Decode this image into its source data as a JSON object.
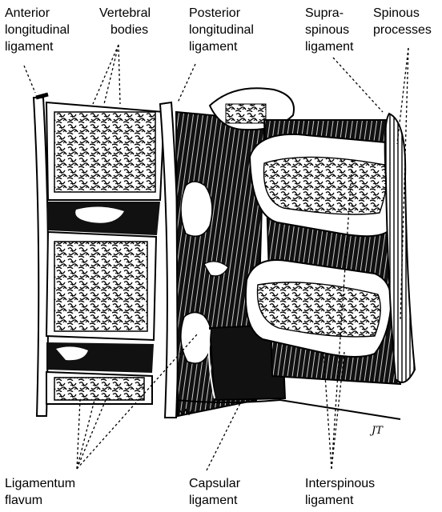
{
  "labels": {
    "anterior_longitudinal_ligament": [
      "Anterior",
      "longitudinal",
      "ligament"
    ],
    "vertebral_bodies": [
      "Vertebral",
      "bodies"
    ],
    "posterior_longitudinal_ligament": [
      "Posterior",
      "longitudinal",
      "ligament"
    ],
    "supraspinous_ligament": [
      "Supra-",
      "spinous",
      "ligament"
    ],
    "spinous_processes": [
      "Spinous",
      "processes"
    ],
    "ligamentum_flavum": [
      "Ligamentum",
      "flavum"
    ],
    "capsular_ligament": [
      "Capsular",
      "ligament"
    ],
    "interspinous_ligament": [
      "Interspinous",
      "ligament"
    ]
  },
  "signature": "JT"
}
